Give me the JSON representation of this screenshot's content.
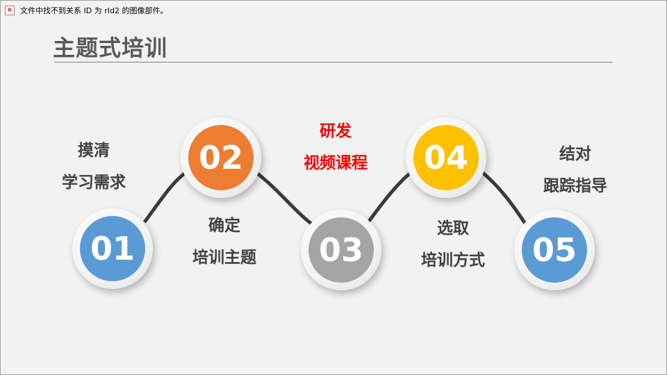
{
  "broken_image": {
    "icon": "broken-image-icon",
    "message": "文件中找不到关系 ID 为 rId2 的图像部件。"
  },
  "slide": {
    "title": "主题式培训"
  },
  "steps": [
    {
      "number": "01",
      "color": "#5b9bd5",
      "label_line1": "摸清",
      "label_line2": "学习需求"
    },
    {
      "number": "02",
      "color": "#ed7d31",
      "label_line1": "确定",
      "label_line2": "培训主题"
    },
    {
      "number": "03",
      "color": "#a5a5a5",
      "label_line1": "研发",
      "label_line2": "视频课程",
      "label_color": "#ff0000"
    },
    {
      "number": "04",
      "color": "#ffc000",
      "label_line1": "选取",
      "label_line2": "培训方式"
    },
    {
      "number": "05",
      "color": "#5b9bd5",
      "label_line1": "结对",
      "label_line2": "跟踪指导"
    }
  ]
}
